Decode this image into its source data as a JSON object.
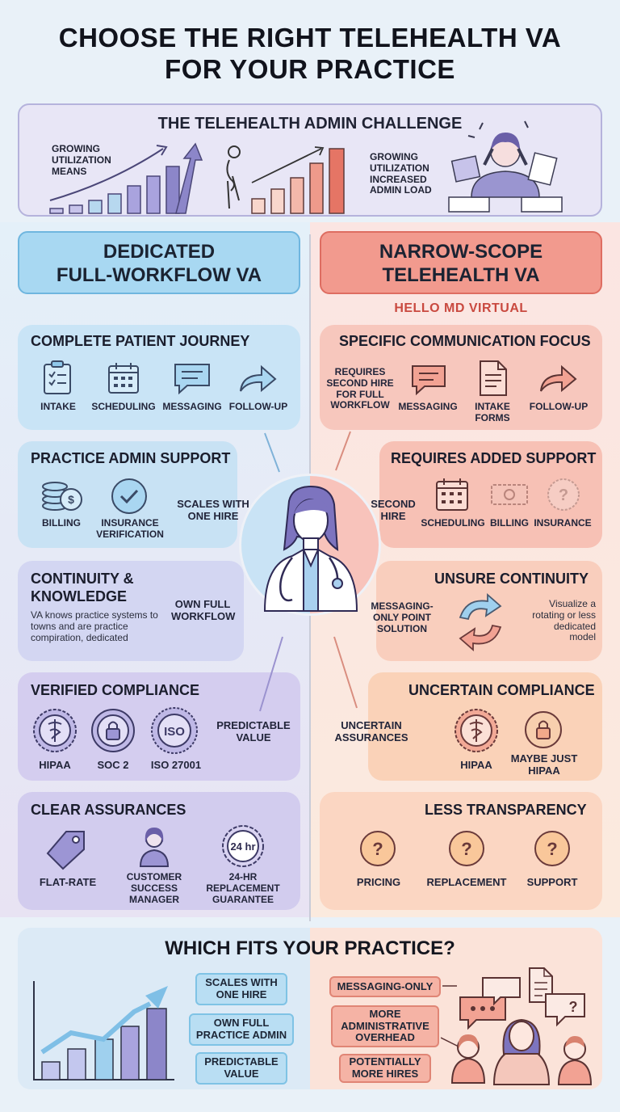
{
  "title": {
    "line1": "CHOOSE THE RIGHT TELEHEALTH VA",
    "line2": "FOR YOUR PRACTICE"
  },
  "challenge": {
    "title": "THE TELEHEALTH ADMIN CHALLENGE",
    "left_label": "GROWING UTILIZATION MEANS",
    "right_label": "GROWING UTILIZATION INCREASED ADMIN LOAD"
  },
  "left": {
    "header": {
      "line1": "DEDICATED",
      "line2": "FULL-WORKFLOW VA"
    },
    "journey": {
      "title": "COMPLETE PATIENT JOURNEY",
      "items": [
        "INTAKE",
        "SCHEDULING",
        "MESSAGING",
        "FOLLOW-UP"
      ]
    },
    "admin": {
      "title": "PRACTICE ADMIN SUPPORT",
      "items": [
        "BILLING",
        "INSURANCE VERIFICATION"
      ],
      "note": "SCALES WITH ONE HIRE"
    },
    "continuity": {
      "title_line1": "CONTINUITY &",
      "title_line2": "KNOWLEDGE",
      "desc": "VA knows practice systems to towns and are practice compiration, dedicated",
      "note": "OWN FULL WORKFLOW"
    },
    "compliance": {
      "title": "VERIFIED COMPLIANCE",
      "items": [
        "HIPAA",
        "SOC 2",
        "ISO 27001"
      ],
      "iso_badge": "ISO",
      "note": "PREDICTABLE VALUE"
    },
    "assurances": {
      "title": "CLEAR ASSURANCES",
      "items": [
        "FLAT-RATE",
        "CUSTOMER SUCCESS MANAGER",
        "24-HR REPLACEMENT GUARANTEE"
      ],
      "badge": "24 hr"
    }
  },
  "right": {
    "header": {
      "line1": "NARROW-SCOPE",
      "line2": "TELEHEALTH VA"
    },
    "vendor": "HELLO MD VIRTUAL",
    "focus": {
      "title": "SPECIFIC COMMUNICATION FOCUS",
      "note": "REQUIRES SECOND HIRE FOR FULL WORKFLOW",
      "items": [
        "MESSAGING",
        "INTAKE FORMS",
        "FOLLOW-UP"
      ]
    },
    "support": {
      "title": "REQUIRES ADDED SUPPORT",
      "note": "SECOND HIRE",
      "items": [
        "SCHEDULING",
        "BILLING",
        "INSURANCE"
      ]
    },
    "continuity": {
      "title": "UNSURE CONTINUITY",
      "note": "MESSAGING-ONLY POINT SOLUTION",
      "desc": "Visualize a rotating or less dedicated model"
    },
    "compliance": {
      "title": "UNCERTAIN COMPLIANCE",
      "note": "UNCERTAIN ASSURANCES",
      "items": [
        "HIPAA",
        "MAYBE JUST HIPAA"
      ]
    },
    "transparency": {
      "title": "LESS TRANSPARENCY",
      "items": [
        "PRICING",
        "REPLACEMENT",
        "SUPPORT"
      ]
    }
  },
  "fits": {
    "title": "WHICH FITS YOUR PRACTICE?",
    "left_pills": [
      "SCALES WITH ONE HIRE",
      "OWN FULL PRACTICE ADMIN",
      "PREDICTABLE VALUE"
    ],
    "right_pills": [
      "MESSAGING-ONLY",
      "MORE ADMINISTRATIVE OVERHEAD",
      "POTENTIALLY MORE HIRES"
    ]
  },
  "colors": {
    "left_accent": "#6fb6df",
    "right_accent": "#de6d61",
    "purple": "#8c86c9",
    "vendor_red": "#c9493f"
  }
}
